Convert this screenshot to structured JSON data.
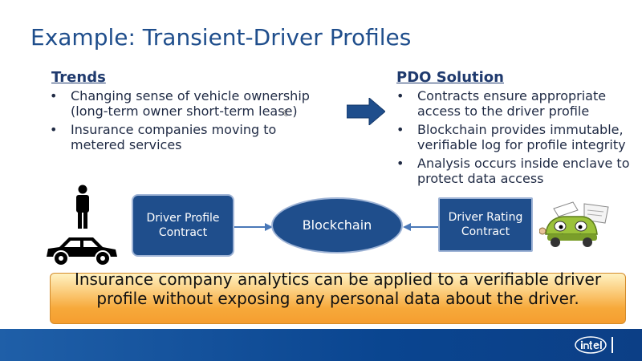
{
  "slide": {
    "title": "Example: Transient-Driver Profiles"
  },
  "trends": {
    "heading": "Trends",
    "items": [
      "Changing sense of vehicle ownership (long-term owner short-term lease)",
      "Insurance companies moving to metered services"
    ]
  },
  "pdo": {
    "heading": "PDO Solution",
    "items": [
      "Contracts ensure appropriate access to the driver profile",
      "Blockchain provides immutable, verifiable log for profile integrity",
      "Analysis occurs inside enclave to protect data access"
    ]
  },
  "diagram": {
    "profile_contract": "Driver Profile Contract",
    "blockchain": "Blockchain",
    "rating_contract": "Driver Rating Contract"
  },
  "banner": {
    "text": "Insurance company analytics can be applied to a verifiable driver profile without exposing any personal data about the driver."
  },
  "colors": {
    "title": "#1f4e8c",
    "box_fill": "#1f4e8c",
    "banner_top": "#fff2c2",
    "banner_bottom": "#f59e30",
    "footer": "#0a4590"
  },
  "icons": {
    "arrow": "right-arrow-icon",
    "moon": "moon-glyph-icon",
    "person": "person-icon",
    "car": "car-icon",
    "mascot": "insurance-car-mascot-icon",
    "logo": "intel-logo"
  }
}
